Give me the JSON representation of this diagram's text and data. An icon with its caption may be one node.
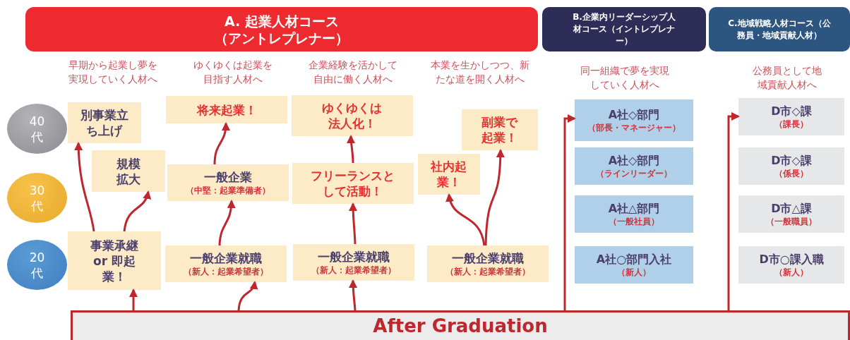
{
  "diagram": {
    "nodes": [
      {
        "text": [
          "A. 起業人材コース（アントレプレナー）"
        ]
      },
      {
        "text": [
          "B.企業内リーダーシップ人材コース（イントレプレナー）"
        ]
      },
      {
        "text": [
          "C.地域戦略人材コース（公務員・地域貢献人材）"
        ]
      },
      {
        "text": [
          "40代"
        ]
      },
      {
        "text": [
          "30代"
        ]
      },
      {
        "text": [
          "20代"
        ]
      },
      {
        "text": [
          "別事業立ち上げ"
        ]
      },
      {
        "text": [
          "規模拡大"
        ]
      },
      {
        "text": [
          "事業承継 or 即起業！"
        ]
      },
      {
        "text": [
          "将来起業！"
        ]
      },
      {
        "text": [
          "一般企業",
          "（中堅：起業準備者）"
        ]
      },
      {
        "text": [
          "一般企業就職",
          "（新人：起業希望者）"
        ]
      },
      {
        "text": [
          "ゆくゆくは法人化！"
        ]
      },
      {
        "text": [
          "フリーランスとして活動！"
        ]
      },
      {
        "text": [
          "一般企業就職",
          "（新人：起業希望者）"
        ]
      },
      {
        "text": [
          "副業で起業！"
        ]
      },
      {
        "text": [
          "社内起業！"
        ]
      },
      {
        "text": [
          "一般企業就職",
          "（新人：起業希望者）"
        ]
      },
      {
        "text": [
          "A社◇部門",
          "（部長・マネージャー）"
        ]
      },
      {
        "text": [
          "A社◇部門",
          "（ラインリーダー）"
        ]
      },
      {
        "text": [
          "A社△部門",
          "（一般社員）"
        ]
      },
      {
        "text": [
          "A社○部門入社",
          "（新人）"
        ]
      },
      {
        "text": [
          "D市◇課",
          "（課長）"
        ]
      },
      {
        "text": [
          "D市◇課",
          "（係長）"
        ]
      },
      {
        "text": [
          "D市△課",
          "（一般職員）"
        ]
      },
      {
        "text": [
          "D市○課入職",
          "（新人）"
        ]
      },
      {
        "text": [
          "After Graduation"
        ]
      }
    ],
    "edges": [
      {
        "from": 26,
        "to": 8,
        "arrow": "to"
      },
      {
        "from": 8,
        "to": 6,
        "arrow": "to"
      },
      {
        "from": 8,
        "to": 7,
        "arrow": "to"
      },
      {
        "from": 26,
        "to": 11,
        "arrow": "to"
      },
      {
        "from": 11,
        "to": 10,
        "arrow": "to"
      },
      {
        "from": 10,
        "to": 9,
        "arrow": "to"
      },
      {
        "from": 26,
        "to": 14,
        "arrow": "to"
      },
      {
        "from": 14,
        "to": 13,
        "arrow": "to"
      },
      {
        "from": 13,
        "to": 12,
        "arrow": "to"
      },
      {
        "from": 17,
        "to": 16,
        "arrow": "to"
      },
      {
        "from": 17,
        "to": 15,
        "arrow": "to"
      },
      {
        "from": 26,
        "to": 18,
        "arrow": "to"
      },
      {
        "from": 26,
        "to": 22,
        "arrow": "to"
      }
    ],
    "labels": [
      "早期から起業し夢を実現していく人材へ",
      "ゆくゆくは起業を目指す人材へ",
      "企業経験を活かして自由に働く人材へ",
      "本業を生かしつつ、新たな道を開く人材へ",
      "同一組織で夢を実現していく人材へ",
      "公務員として地域貢献人材へ"
    ]
  }
}
